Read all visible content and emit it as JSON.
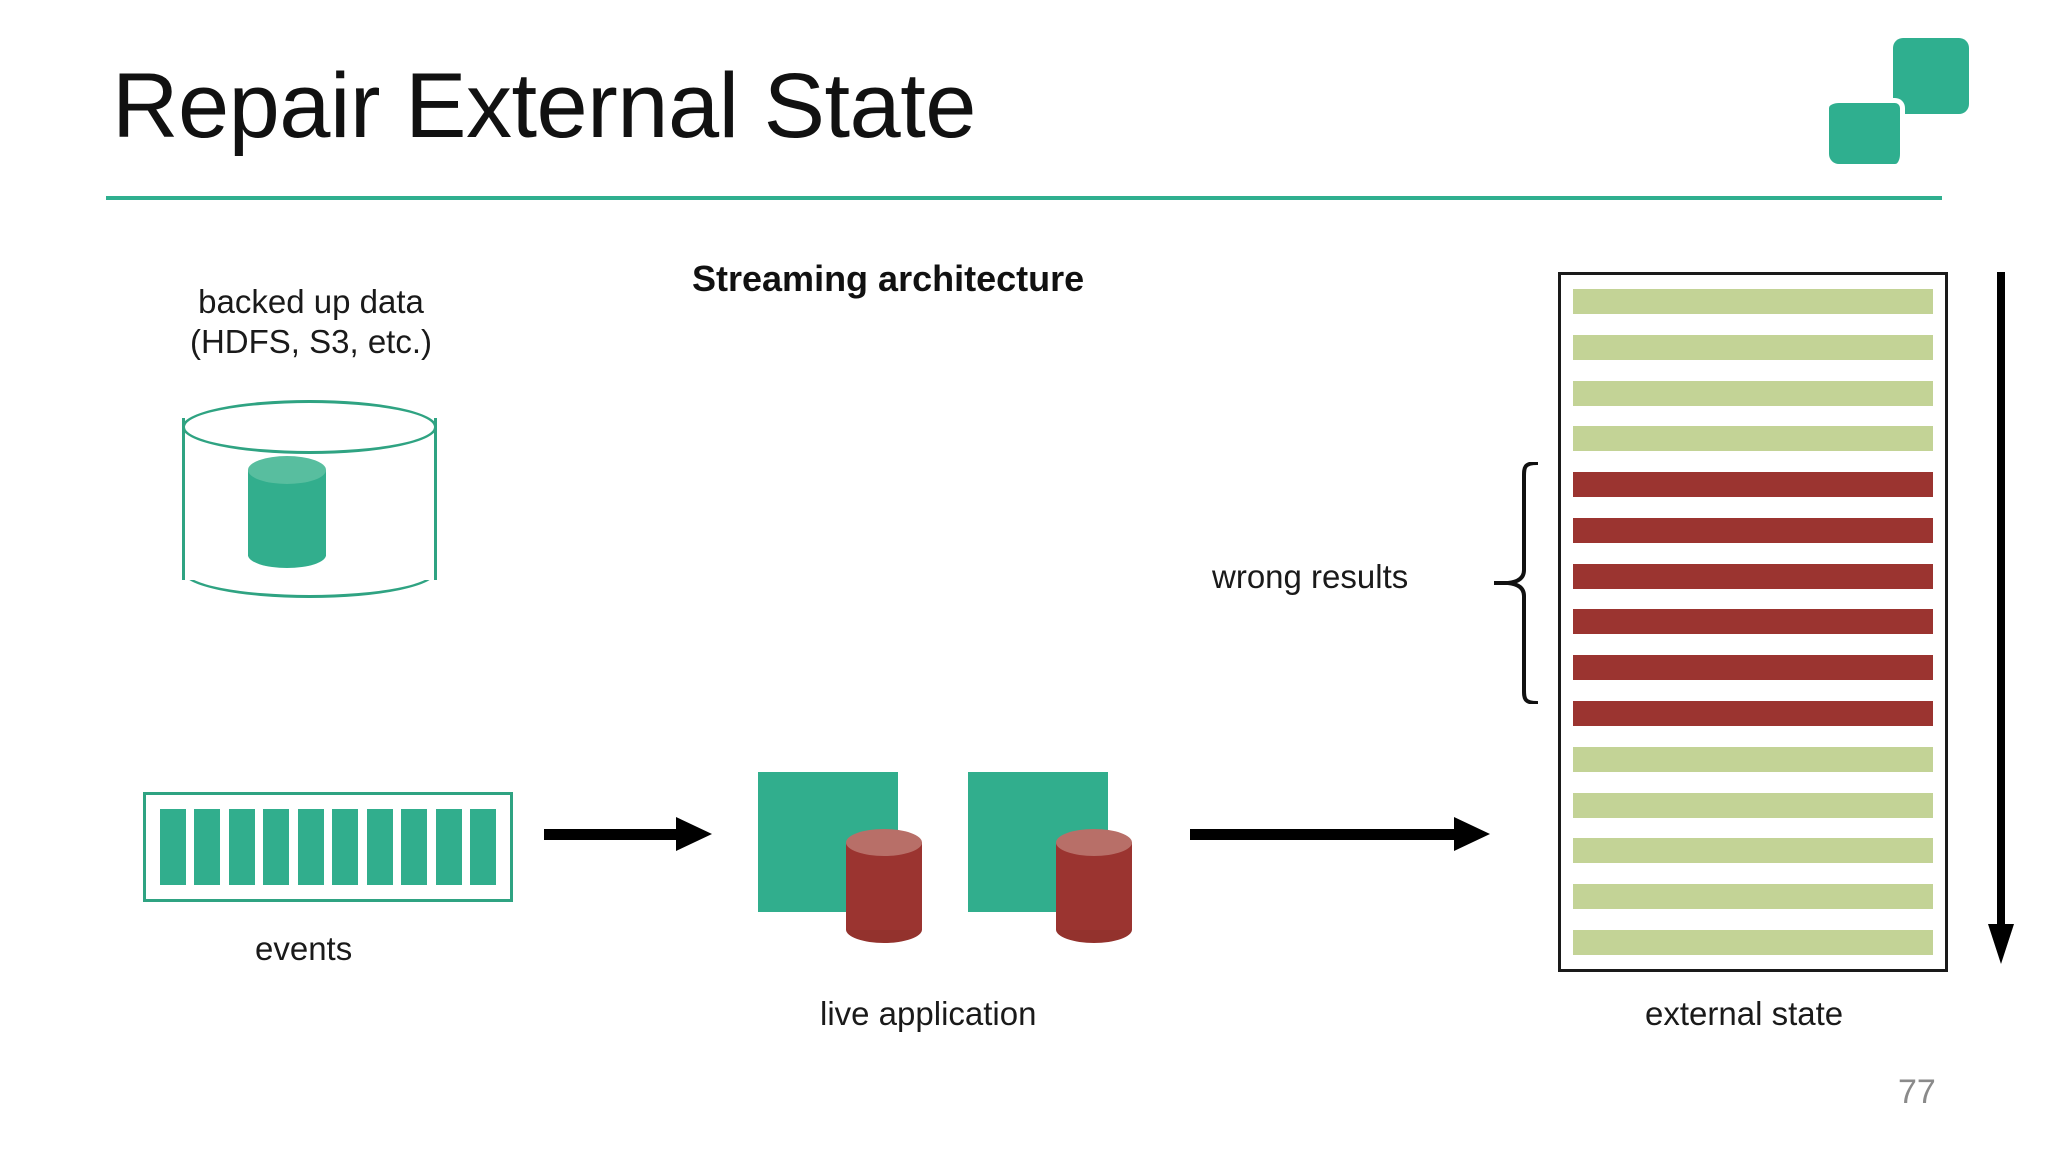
{
  "slide": {
    "title": "Repair External State",
    "page_number": "77",
    "accent_color": "#2FAF8F",
    "teal": "#31AE8D",
    "red": "#9B3430",
    "green": "#C3D396",
    "rule_color": "#2FAF8F"
  },
  "logo": {
    "name": "two-squares-logo",
    "color": "#2FAF8F"
  },
  "diagram": {
    "heading": "Streaming architecture",
    "backup": {
      "label_line1": "backed up data",
      "label_line2": "(HDFS, S3, etc.)",
      "icon": "database-cylinder-icon"
    },
    "events": {
      "label": "events",
      "tick_count": 10,
      "icon": "event-queue-icon"
    },
    "live_application": {
      "label": "live application",
      "unit_count": 2,
      "icon": "app-with-state-icon"
    },
    "external_state": {
      "label": "external state",
      "rows": [
        "green",
        "green",
        "green",
        "green",
        "red",
        "red",
        "red",
        "red",
        "red",
        "red",
        "green",
        "green",
        "green",
        "green",
        "green"
      ]
    },
    "wrong_results": {
      "label": "wrong results",
      "icon": "curly-brace-icon",
      "covers_rows": 6
    },
    "time_arrow": {
      "icon": "down-arrow-icon",
      "direction": "down"
    },
    "flow_arrows": [
      {
        "icon": "right-arrow-icon",
        "from": "events",
        "to": "live application"
      },
      {
        "icon": "right-arrow-icon",
        "from": "live application",
        "to": "external state"
      }
    ]
  }
}
